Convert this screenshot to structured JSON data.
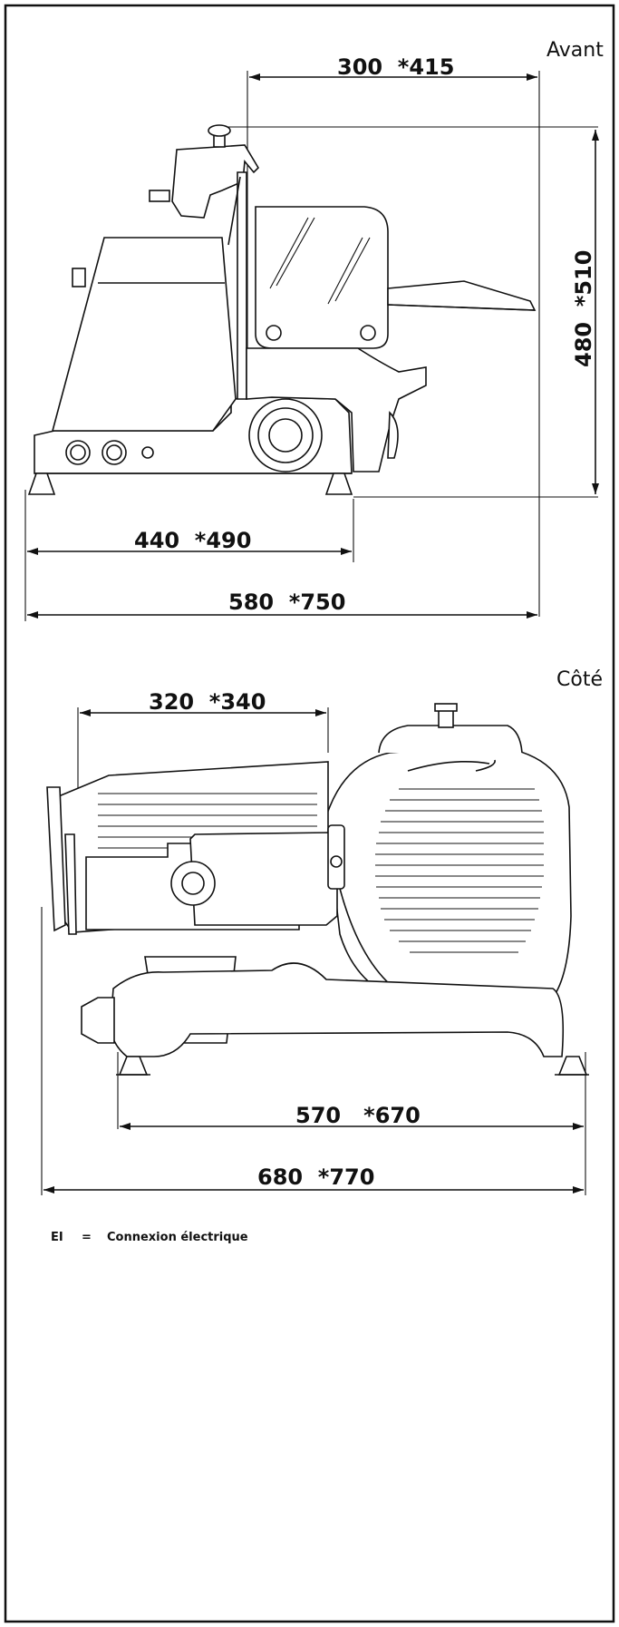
{
  "views": {
    "front": {
      "label": "Avant"
    },
    "side": {
      "label": "Côté"
    }
  },
  "dimensions": {
    "front_top_width": "300  *415",
    "front_height": "480  *510",
    "front_base_width": "440  *490",
    "front_total_width": "580  *750",
    "side_top_width": "320  *340",
    "side_base_width": "570   *670",
    "side_total_width": "680  *770"
  },
  "legend": {
    "code": "EI",
    "equals": "=",
    "text": "Connexion électrique"
  }
}
